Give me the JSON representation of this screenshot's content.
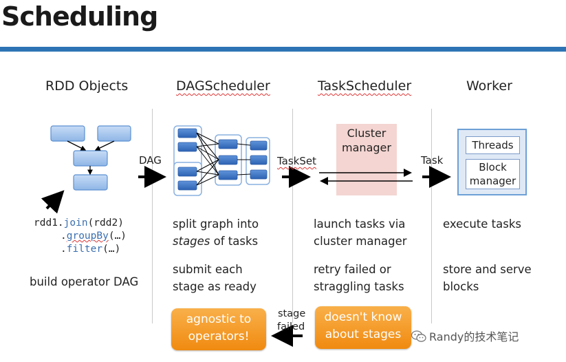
{
  "title": "Scheduling",
  "columns": {
    "rdd": {
      "heading": "RDD Objects",
      "code_line1_var": "rdd1.",
      "code_line1_fn": "join",
      "code_line1_arg": "(rdd2)",
      "code_line2_dot": ".",
      "code_line2_fn": "groupBy",
      "code_line2_arg": "(…)",
      "code_line3_dot": ".",
      "code_line3_fn": "filter",
      "code_line3_arg": "(…)",
      "desc": "build operator DAG"
    },
    "dag": {
      "heading": "DAGScheduler",
      "desc_line1": "split graph into",
      "desc_line2_em": "stages",
      "desc_line2_rest": " of tasks",
      "desc_line3": "submit each",
      "desc_line4": "stage as ready",
      "callout_line1": "agnostic to",
      "callout_line2": "operators!"
    },
    "task": {
      "heading": "TaskScheduler",
      "cluster_line1": "Cluster",
      "cluster_line2": "manager",
      "desc_line1": "launch tasks via",
      "desc_line2": "cluster manager",
      "desc_line3": "retry failed or",
      "desc_line4": "straggling tasks",
      "callout_line1": "doesn't know",
      "callout_line2": "about stages"
    },
    "worker": {
      "heading": "Worker",
      "threads": "Threads",
      "block_line1": "Block",
      "block_line2": "manager",
      "desc_line1": "execute tasks",
      "desc_line2": "store and serve",
      "desc_line3": "blocks"
    }
  },
  "arrows": {
    "dag": "DAG",
    "taskset": "TaskSet",
    "task": "Task",
    "stage_failed_line1": "stage",
    "stage_failed_line2": "failed"
  },
  "watermark": "Randy的技术笔记",
  "colors": {
    "rule": "#2e74b5",
    "node_fill": "#a9c8ef",
    "stage_fill": "#3f78c8",
    "callout": "#f39a1e",
    "cluster": "#f4d5d1"
  },
  "icons": {
    "watermark": "wechat-icon"
  }
}
